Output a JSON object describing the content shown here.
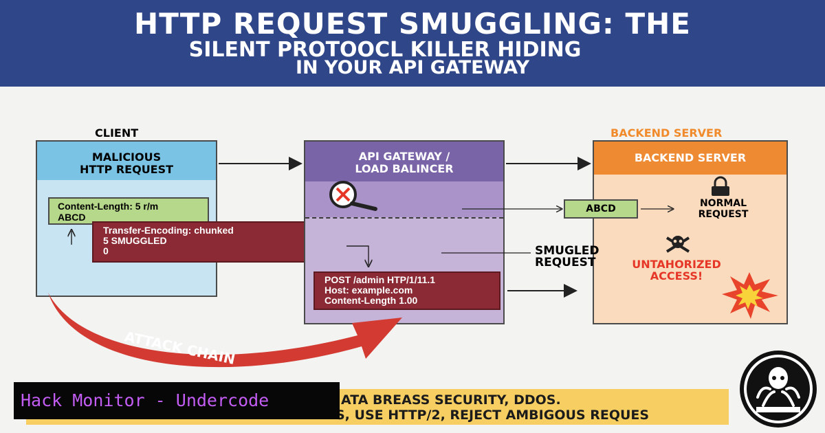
{
  "header": {
    "line1": "HTTP REQUEST SMUGGLING: THE",
    "line2": "SILENT PROTOOCL  KILLER HIDING",
    "line3": "IN YOUR API GATEWAY"
  },
  "client": {
    "heading": "CLIENT",
    "box_title": [
      "MALICIOUS",
      "HTTP REQUEST"
    ],
    "green_lines": [
      "Content-Length: 5 r/m",
      "ABCD"
    ],
    "red_lines": [
      "Transfer-Encoding: chunked",
      "5 SMUGGLED",
      "0"
    ]
  },
  "gateway": {
    "title": [
      "API GATEWAY /",
      "LOAD BALINCER"
    ],
    "red_lines": [
      "POST /admin HTP/1/11.1",
      "Host: example.com",
      "Content-Length 1.00"
    ]
  },
  "backend": {
    "heading": "BACKEND SERVER",
    "box_title": "BACKEND SERVER",
    "abcd": "ABCD",
    "normal": [
      "NORMAL",
      "REQUEST"
    ],
    "smuggled": [
      "SMUGLED",
      "REQUEST"
    ],
    "unauth": [
      "UNTAHORIZED",
      "ACCESS!"
    ]
  },
  "attack_chain": "ATTACK CHAIN",
  "footer": {
    "line1": "ATA BREASS SECURITY, DDOS.",
    "line2": "S, USE HTTP/2, REJECT AMBIGOUS REQUES"
  },
  "watermark": "Hack Monitor - Undercode",
  "colors": {
    "header_bg": "#2f4688",
    "client_blue": "#c8e3f1",
    "gateway_purple": "#c6b4d8",
    "backend_orange": "#fbdbbd",
    "red_box": "#8b2a35",
    "green_box": "#b6d88a",
    "watermark_text": "#c25cf2"
  },
  "icons": [
    "magnifier-x-icon",
    "lock-icon",
    "skull-icon",
    "explosion-icon",
    "octopus-logo-icon"
  ]
}
